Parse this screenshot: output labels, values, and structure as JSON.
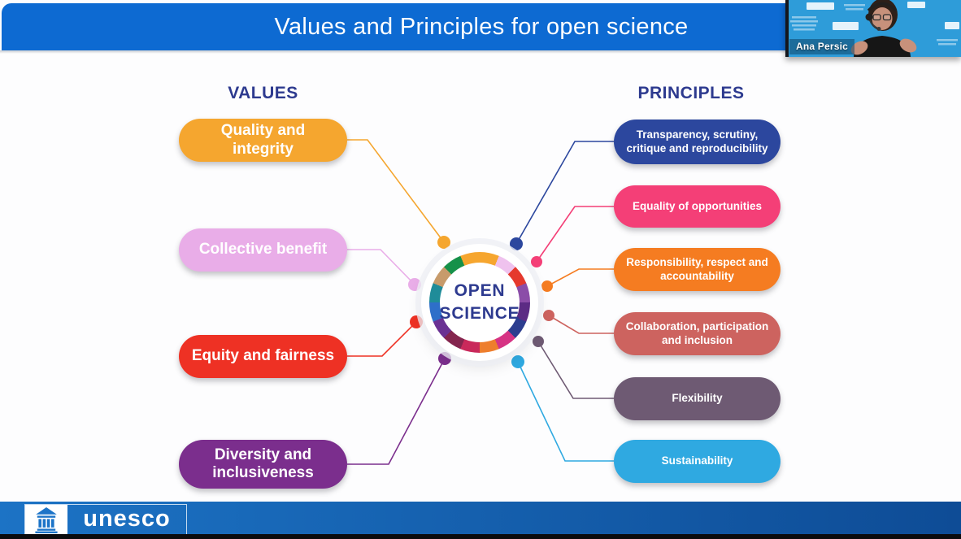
{
  "window": {
    "title_bar": {
      "text": "Values and Principles for open science",
      "bg": "#0d6ad2"
    }
  },
  "webcam": {
    "name": "Ana Persic",
    "bg": "#2e9cd9"
  },
  "diagram": {
    "values_header": "VALUES",
    "principles_header": "PRINCIPLES",
    "header_color": "#2d3a8f",
    "center": {
      "line1": "OPEN",
      "line2": "SCIENCE",
      "text_color": "#2d3a8f"
    },
    "ring_colors": [
      "#f6a62f",
      "#efc2ee",
      "#e5392d",
      "#8b4da8",
      "#5c2b84",
      "#2c3d8f",
      "#d63384",
      "#ee7e2d",
      "#c9295b",
      "#84254e",
      "#6a3193",
      "#2e6fc9",
      "#1f8c99",
      "#c79b6b",
      "#169149",
      "#f6a62f"
    ],
    "values": [
      {
        "label": "Quality and integrity",
        "color": "#f5a62f"
      },
      {
        "label": "Collective benefit",
        "color": "#e9ade8"
      },
      {
        "label": "Equity and fairness",
        "color": "#ee3124"
      },
      {
        "label": "Diversity and inclusiveness",
        "color": "#7b2e8d"
      }
    ],
    "principles": [
      {
        "label": "Transparency, scrutiny, critique and reproducibility",
        "color": "#2c479e"
      },
      {
        "label": "Equality of opportunities",
        "color": "#f43f77"
      },
      {
        "label": "Responsibility, respect and accountability",
        "color": "#f57c21"
      },
      {
        "label": "Collaboration, participation and inclusion",
        "color": "#cd635f"
      },
      {
        "label": "Flexibility",
        "color": "#6e5a73"
      },
      {
        "label": "Sustainability",
        "color": "#2fa9e1"
      }
    ]
  },
  "footer": {
    "logo_text": "unesco",
    "bg_left": "#1c73c5",
    "bg_right": "#0e4c96",
    "icon_color": "#1c74c8"
  }
}
